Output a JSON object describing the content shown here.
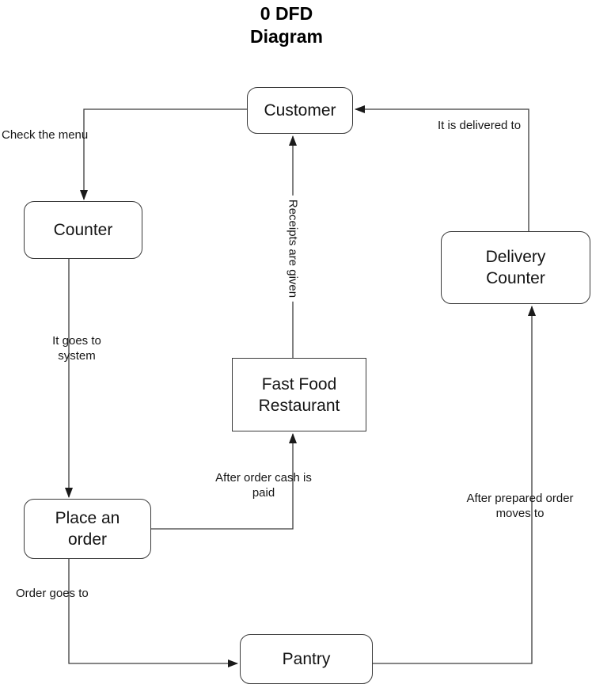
{
  "title": {
    "text": "0 DFD\nDiagram"
  },
  "nodes": {
    "customer": {
      "label": "Customer",
      "shape": "rounded-rectangle"
    },
    "counter": {
      "label": "Counter",
      "shape": "rounded-rectangle"
    },
    "delivery_counter": {
      "label": "Delivery\nCounter",
      "shape": "rounded-rectangle"
    },
    "fast_food_restaurant": {
      "label": "Fast Food\nRestaurant",
      "shape": "rectangle"
    },
    "place_an_order": {
      "label": "Place an\norder",
      "shape": "rounded-rectangle"
    },
    "pantry": {
      "label": "Pantry",
      "shape": "rounded-rectangle"
    }
  },
  "edges": {
    "check_menu": {
      "from": "Customer",
      "to": "Counter",
      "label": "Check the menu"
    },
    "goes_to_system": {
      "from": "Counter",
      "to": "Place an order",
      "label": "It goes to\nsystem"
    },
    "receipts_given": {
      "from": "Fast Food Restaurant",
      "to": "Customer",
      "label": "Receipts are given"
    },
    "cash_paid": {
      "from": "Place an order",
      "to": "Fast Food Restaurant",
      "label": "After order cash is\npaid"
    },
    "order_goes_to": {
      "from": "Place an order",
      "to": "Pantry",
      "label": "Order goes to"
    },
    "prepared_moves": {
      "from": "Pantry",
      "to": "Delivery Counter",
      "label": "After prepared order\nmoves to"
    },
    "delivered_to": {
      "from": "Delivery Counter",
      "to": "Customer",
      "label": "It is delivered to"
    }
  },
  "colors": {
    "background": "#ffffff",
    "line": "#3c3c3c",
    "arrowhead": "#1a1a1a",
    "box_border": "#3a3a3a",
    "text": "#111111"
  }
}
